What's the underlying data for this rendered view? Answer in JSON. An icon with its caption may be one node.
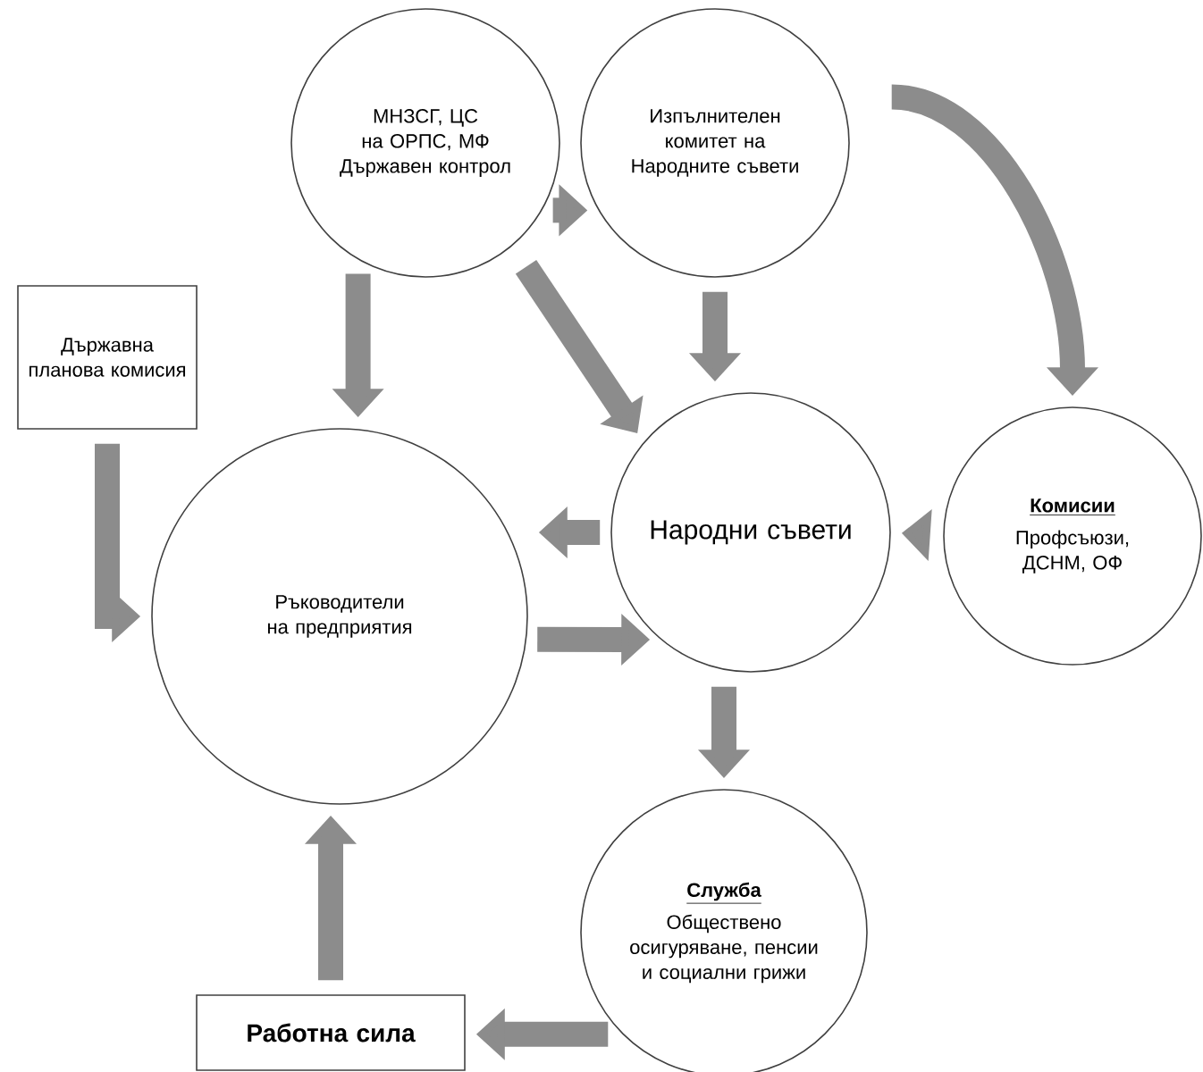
{
  "diagram": {
    "nodes": [
      {
        "text": [
          "МНЗСГ, ЦС на ОРПС, МФ Държавен контрол"
        ]
      },
      {
        "text": [
          "Изпълнителен комитет на Народните съвети"
        ]
      },
      {
        "text": [
          "Държавна планова комисия"
        ]
      },
      {
        "text": [
          "Народни съвети"
        ]
      },
      {
        "text": [
          "Комисии",
          "Профсъюзи, ДСНМ, ОФ"
        ]
      },
      {
        "text": [
          "Ръководители на предприятия"
        ]
      },
      {
        "text": [
          "Служба",
          "Обществено осигуряване, пенсии и социални грижи"
        ]
      },
      {
        "text": [
          "Работна сила"
        ]
      }
    ],
    "edges": [
      {
        "from": 0,
        "to": 1,
        "arrow": "to"
      },
      {
        "from": 1,
        "to": 4,
        "arrow": "to"
      },
      {
        "from": 0,
        "to": 5,
        "arrow": "to"
      },
      {
        "from": 0,
        "to": 3,
        "arrow": "to"
      },
      {
        "from": 1,
        "to": 3,
        "arrow": "to"
      },
      {
        "from": 2,
        "to": 5,
        "arrow": "to"
      },
      {
        "from": 3,
        "to": 5,
        "arrow": "to"
      },
      {
        "from": 5,
        "to": 3,
        "arrow": "to"
      },
      {
        "from": 4,
        "to": 3,
        "arrow": "to"
      },
      {
        "from": 3,
        "to": 6,
        "arrow": "to"
      },
      {
        "from": 6,
        "to": 7,
        "arrow": "to"
      },
      {
        "from": 7,
        "to": 5,
        "arrow": "to"
      }
    ]
  }
}
